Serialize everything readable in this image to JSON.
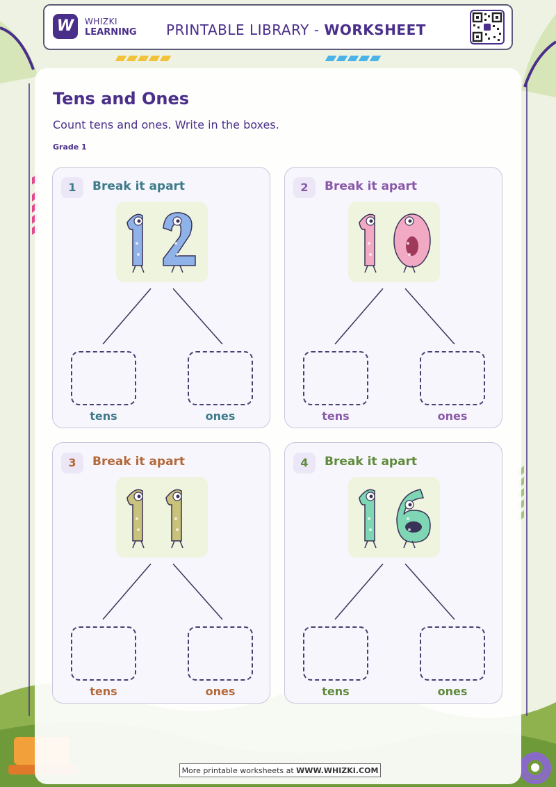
{
  "header": {
    "brand_line1": "WHIZKI",
    "brand_line2": "LEARNING",
    "title_prefix": "PRINTABLE LIBRARY - ",
    "title_bold": "WORKSHEET",
    "logo_letter": "W"
  },
  "worksheet": {
    "title": "Tens and Ones",
    "instructions": "Count tens and ones. Write in the boxes.",
    "grade": "Grade 1"
  },
  "cards": [
    {
      "number": "1",
      "title": "Break it apart",
      "depicted_number": "12",
      "tens_label": "tens",
      "ones_label": "ones",
      "accent": "#3d7a8a",
      "pic_bg": "#eef4dd",
      "monster_color": "#8fb3e8"
    },
    {
      "number": "2",
      "title": "Break it apart",
      "depicted_number": "10",
      "tens_label": "tens",
      "ones_label": "ones",
      "accent": "#8a58a8",
      "pic_bg": "#eef4dd",
      "monster_color": "#f2a9c4"
    },
    {
      "number": "3",
      "title": "Break it apart",
      "depicted_number": "11",
      "tens_label": "tens",
      "ones_label": "ones",
      "accent": "#b3683a",
      "pic_bg": "#eef4dd",
      "monster_color": "#c9c27a"
    },
    {
      "number": "4",
      "title": "Break it apart",
      "depicted_number": "16",
      "tens_label": "tens",
      "ones_label": "ones",
      "accent": "#5e8a3a",
      "pic_bg": "#eef4dd",
      "monster_color": "#7fd6b4"
    }
  ],
  "footer": {
    "prefix": "More printable worksheets at ",
    "site": "WWW.WHIZKI.COM"
  },
  "colors": {
    "brand": "#4a2f8a",
    "stripe_yellow": "#f2c23a",
    "stripe_blue": "#4ab3e8",
    "stripe_pink": "#e04a8a",
    "stripe_green": "#a8c27a"
  },
  "icons": [
    "qr-code-icon",
    "monster-number-illustration",
    "gear-icon"
  ]
}
